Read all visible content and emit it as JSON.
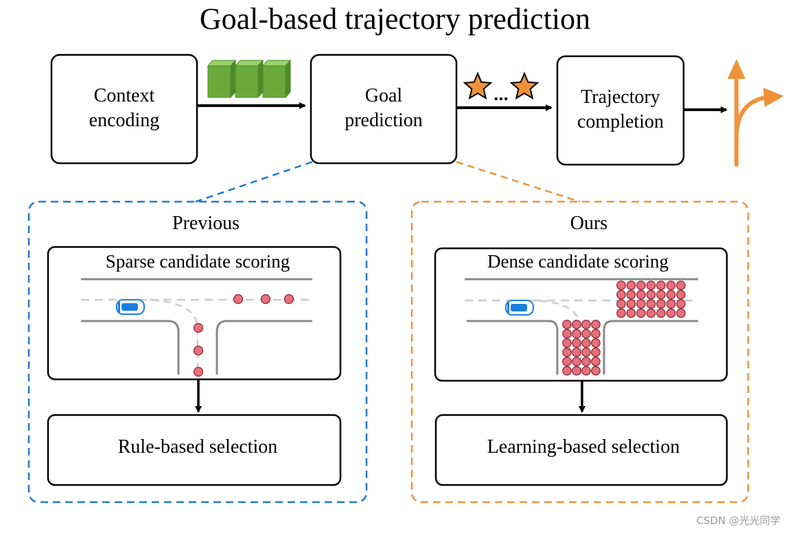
{
  "title": "Goal-based trajectory prediction",
  "pipeline": {
    "context": "Context\nencoding",
    "goal": "Goal\nprediction",
    "trajectory": "Trajectory\ncompletion",
    "ellipsis": "..."
  },
  "previous": {
    "title": "Previous",
    "scoring": "Sparse candidate scoring",
    "selection": "Rule-based selection"
  },
  "ours": {
    "title": "Ours",
    "scoring": "Dense candidate scoring",
    "selection": "Learning-based selection"
  },
  "colors": {
    "previous_border": "#1f78d1",
    "ours_border": "#f0913a",
    "candidate_fill": "#e8707c",
    "star": "#f0913a",
    "feature_block": "#6aaa3a",
    "car": "#1a7fe0"
  },
  "watermark": "CSDN @光光同学"
}
